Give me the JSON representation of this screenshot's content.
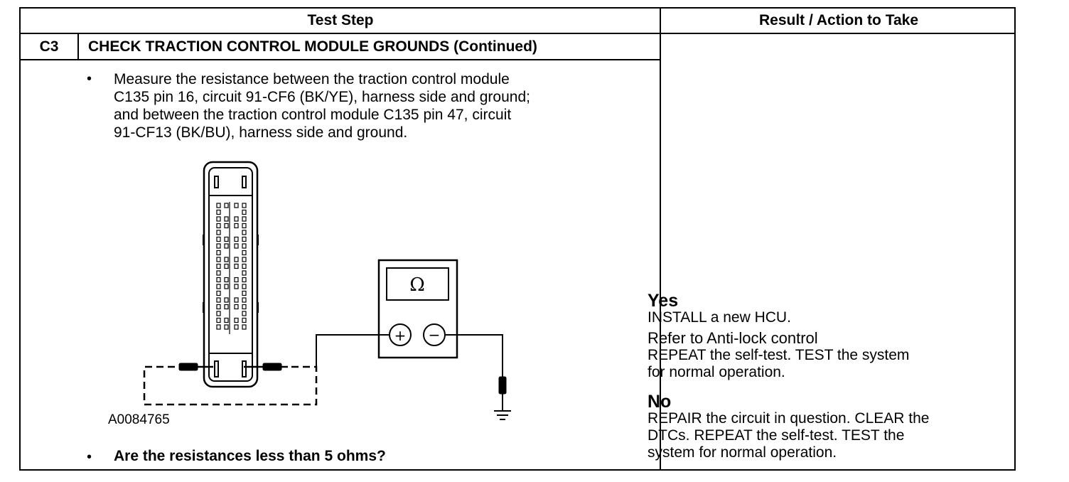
{
  "headers": {
    "test_step": "Test Step",
    "result_action": "Result / Action to Take"
  },
  "step": {
    "id": "C3",
    "title": "CHECK TRACTION CONTROL MODULE GROUNDS (Continued)",
    "instruction_lines": [
      "Measure the resistance between the traction control module",
      "C135 pin 16, circuit 91-CF6 (BK/YE), harness side and ground;",
      "and between the traction control module C135 pin 47, circuit",
      "91-CF13 (BK/BU), harness side and ground."
    ],
    "figure_id": "A0084765",
    "question": "Are the resistances less than 5 ohms?",
    "bullet": "•",
    "meter_symbol": "Ω",
    "meter_plus": "+",
    "meter_minus": "−"
  },
  "results": {
    "yes_label": "Yes",
    "yes_action": "INSTALL a new HCU.",
    "refer": "Refer to Anti-lock control",
    "yes_followup_lines": [
      "REPEAT the self-test. TEST the system",
      "for normal operation."
    ],
    "no_label": "No",
    "no_action_lines": [
      "REPAIR the circuit in question. CLEAR the",
      "DTCs. REPEAT the self-test. TEST the",
      "system for normal operation."
    ]
  }
}
